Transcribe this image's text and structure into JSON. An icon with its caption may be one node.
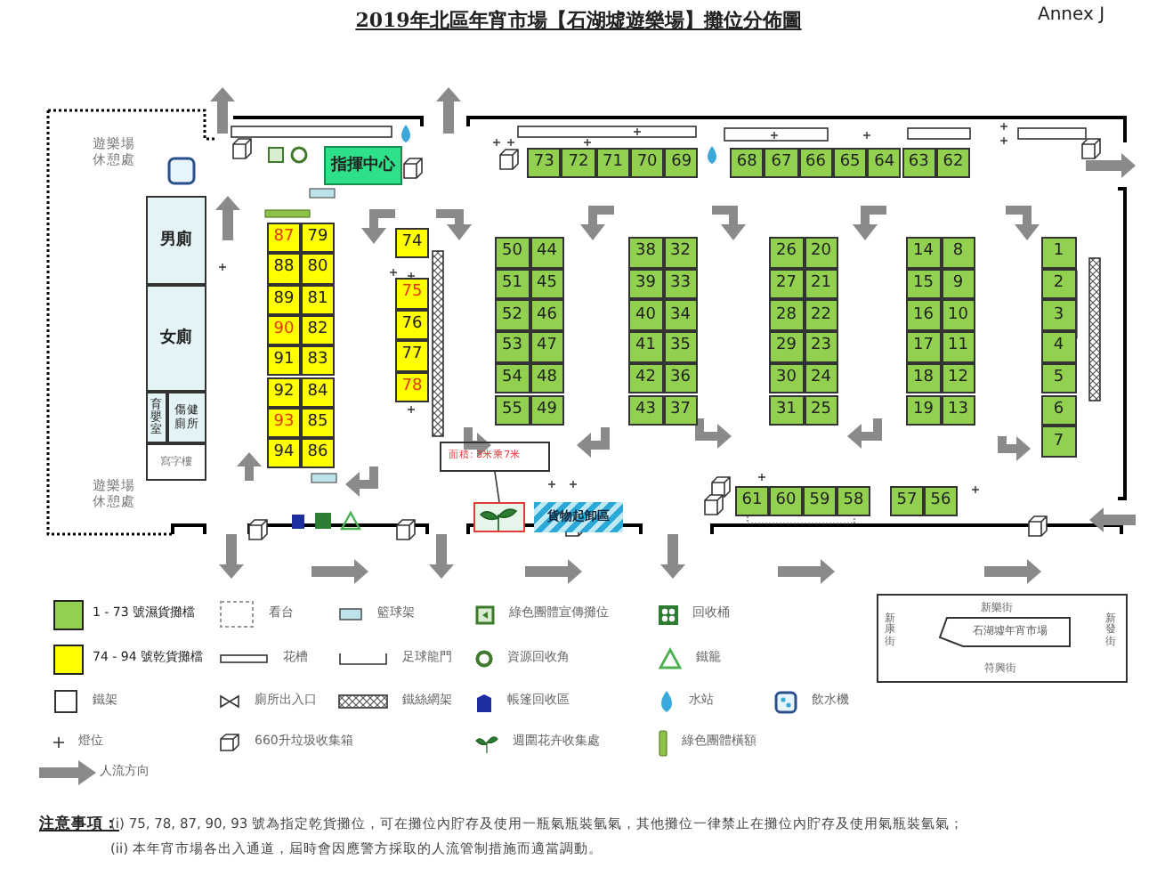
{
  "diagram": {
    "title": "2019年北區年宵市場【石湖墟遊樂場】攤位分佈圖",
    "nodes": [
      {
        "text": [
          "指揮中心"
        ]
      },
      {
        "text": [
          "73"
        ]
      },
      {
        "text": [
          "72"
        ]
      },
      {
        "text": [
          "71"
        ]
      },
      {
        "text": [
          "70"
        ]
      },
      {
        "text": [
          "69"
        ]
      },
      {
        "text": [
          "68"
        ]
      },
      {
        "text": [
          "67"
        ]
      },
      {
        "text": [
          "66"
        ]
      },
      {
        "text": [
          "65"
        ]
      },
      {
        "text": [
          "64"
        ]
      },
      {
        "text": [
          "63"
        ]
      },
      {
        "text": [
          "62"
        ]
      },
      {
        "text": [
          "男廁"
        ]
      },
      {
        "text": [
          "女廁"
        ]
      },
      {
        "text": [
          "育嬰室"
        ]
      },
      {
        "text": [
          "傷健廁所"
        ]
      },
      {
        "text": [
          "寫字樓"
        ]
      },
      {
        "text": [
          "87"
        ]
      },
      {
        "text": [
          "79"
        ]
      },
      {
        "text": [
          "88"
        ]
      },
      {
        "text": [
          "80"
        ]
      },
      {
        "text": [
          "89"
        ]
      },
      {
        "text": [
          "81"
        ]
      },
      {
        "text": [
          "90"
        ]
      },
      {
        "text": [
          "82"
        ]
      },
      {
        "text": [
          "91"
        ]
      },
      {
        "text": [
          "83"
        ]
      },
      {
        "text": [
          "92"
        ]
      },
      {
        "text": [
          "84"
        ]
      },
      {
        "text": [
          "93"
        ]
      },
      {
        "text": [
          "85"
        ]
      },
      {
        "text": [
          "94"
        ]
      },
      {
        "text": [
          "86"
        ]
      },
      {
        "text": [
          "74"
        ]
      },
      {
        "text": [
          "75"
        ]
      },
      {
        "text": [
          "76"
        ]
      },
      {
        "text": [
          "77"
        ]
      },
      {
        "text": [
          "78"
        ]
      },
      {
        "text": [
          "50"
        ]
      },
      {
        "text": [
          "44"
        ]
      },
      {
        "text": [
          "51"
        ]
      },
      {
        "text": [
          "45"
        ]
      },
      {
        "text": [
          "52"
        ]
      },
      {
        "text": [
          "46"
        ]
      },
      {
        "text": [
          "53"
        ]
      },
      {
        "text": [
          "47"
        ]
      },
      {
        "text": [
          "54"
        ]
      },
      {
        "text": [
          "48"
        ]
      },
      {
        "text": [
          "55"
        ]
      },
      {
        "text": [
          "49"
        ]
      },
      {
        "text": [
          "38"
        ]
      },
      {
        "text": [
          "32"
        ]
      },
      {
        "text": [
          "39"
        ]
      },
      {
        "text": [
          "33"
        ]
      },
      {
        "text": [
          "40"
        ]
      },
      {
        "text": [
          "34"
        ]
      },
      {
        "text": [
          "41"
        ]
      },
      {
        "text": [
          "35"
        ]
      },
      {
        "text": [
          "42"
        ]
      },
      {
        "text": [
          "36"
        ]
      },
      {
        "text": [
          "43"
        ]
      },
      {
        "text": [
          "37"
        ]
      },
      {
        "text": [
          "26"
        ]
      },
      {
        "text": [
          "20"
        ]
      },
      {
        "text": [
          "27"
        ]
      },
      {
        "text": [
          "21"
        ]
      },
      {
        "text": [
          "28"
        ]
      },
      {
        "text": [
          "22"
        ]
      },
      {
        "text": [
          "29"
        ]
      },
      {
        "text": [
          "23"
        ]
      },
      {
        "text": [
          "30"
        ]
      },
      {
        "text": [
          "24"
        ]
      },
      {
        "text": [
          "31"
        ]
      },
      {
        "text": [
          "25"
        ]
      },
      {
        "text": [
          "14"
        ]
      },
      {
        "text": [
          "8"
        ]
      },
      {
        "text": [
          "15"
        ]
      },
      {
        "text": [
          "9"
        ]
      },
      {
        "text": [
          "16"
        ]
      },
      {
        "text": [
          "10"
        ]
      },
      {
        "text": [
          "17"
        ]
      },
      {
        "text": [
          "11"
        ]
      },
      {
        "text": [
          "18"
        ]
      },
      {
        "text": [
          "12"
        ]
      },
      {
        "text": [
          "19"
        ]
      },
      {
        "text": [
          "13"
        ]
      },
      {
        "text": [
          "1"
        ]
      },
      {
        "text": [
          "2"
        ]
      },
      {
        "text": [
          "3"
        ]
      },
      {
        "text": [
          "4"
        ]
      },
      {
        "text": [
          "5"
        ]
      },
      {
        "text": [
          "6"
        ]
      },
      {
        "text": [
          "7"
        ]
      },
      {
        "text": [
          "面積: 3米乘7米"
        ]
      },
      {
        "text": [],
        "shape": "picture"
      },
      {
        "text": [
          "貨物起卸區"
        ]
      },
      {
        "text": [
          "61"
        ]
      },
      {
        "text": [
          "60"
        ]
      },
      {
        "text": [
          "59"
        ]
      },
      {
        "text": [
          "58"
        ]
      },
      {
        "text": [
          "57"
        ]
      },
      {
        "text": [
          "56"
        ]
      },
      {
        "text": [
          "石湖墟年宵市場"
        ]
      }
    ],
    "edges": [
      {
        "from": 94,
        "to": 95,
        "arrow": "none"
      }
    ],
    "labels": [
      "Annex J",
      "遊樂場休憩處",
      "遊樂場休憩處",
      "新樂街",
      "新康街",
      "新發街",
      "符興街",
      "注意事項：",
      "(i) 75, 78, 87, 90, 93 號為指定乾貨攤位，可在攤位內貯存及使用一瓶氣瓶裝氫氣，其他攤位一律禁止在攤位內貯存及使用氣瓶裝氫氣；",
      "(ii) 本年宵市場各出入通道，屆時會因應警方採取的人流管制措施而適當調動。"
    ],
    "legend": [
      {
        "text": "1 - 73 號濕貨攤檔",
        "color": "#92d050"
      },
      {
        "text": "看台"
      },
      {
        "text": "籃球架"
      },
      {
        "text": "綠色團體宣傳攤位"
      },
      {
        "text": "回收桶"
      },
      {
        "text": "74 - 94 號乾貨攤檔",
        "color": "#ffff00"
      },
      {
        "text": "花槽"
      },
      {
        "text": "足球龍門"
      },
      {
        "text": "資源回收角"
      },
      {
        "text": "鐵籠"
      },
      {
        "text": "鐵架"
      },
      {
        "text": "廁所出入口"
      },
      {
        "text": "鐵絲網架"
      },
      {
        "text": "帳篷回收區"
      },
      {
        "text": "水站"
      },
      {
        "text": "飲水機"
      },
      {
        "text": "燈位"
      },
      {
        "text": "660升垃圾收集箱"
      },
      {
        "text": "週圍花卉收集處"
      },
      {
        "text": "綠色團體橫額"
      },
      {
        "text": "人流方向"
      }
    ]
  }
}
